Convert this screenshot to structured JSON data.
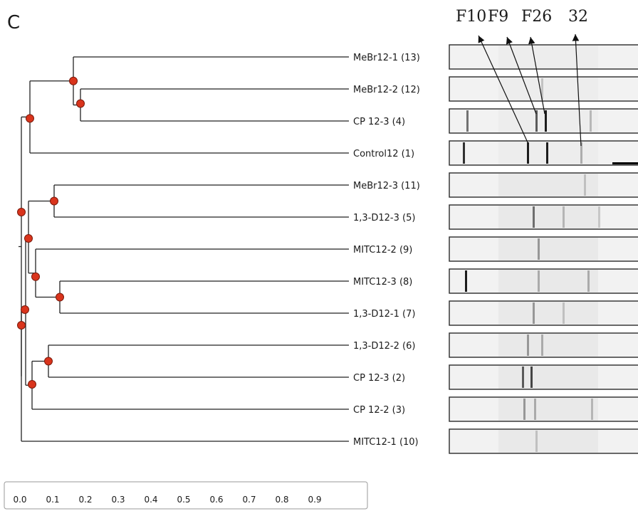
{
  "panel_label": "C",
  "band_labels": [
    "F10",
    "F9",
    "F26",
    "32"
  ],
  "leaves": [
    "MeBr12-1 (13)",
    "MeBr12-2 (12)",
    "CP 12-3 (4)",
    "Control12 (1)",
    "MeBr12-3 (11)",
    "1,3-D12-3 (5)",
    "MITC12-2 (9)",
    "MITC12-3 (8)",
    "1,3-D12-1 (7)",
    "1,3-D12-2 (6)",
    "CP 12-3 (2)",
    "CP 12-2 (3)",
    "MITC12-1 (10)"
  ],
  "scale_ticks": [
    "0.0",
    "0.1",
    "0.2",
    "0.3",
    "0.4",
    "0.5",
    "0.6",
    "0.7",
    "0.8",
    "0.9"
  ],
  "colors": {
    "node": "#d9341c",
    "node_stroke": "#7a1a0c",
    "tree_line": "#222222",
    "gel_bg": "#f2f2f2",
    "gel_border": "#2a2a2a",
    "band_dark": "#1c1c1c"
  }
}
